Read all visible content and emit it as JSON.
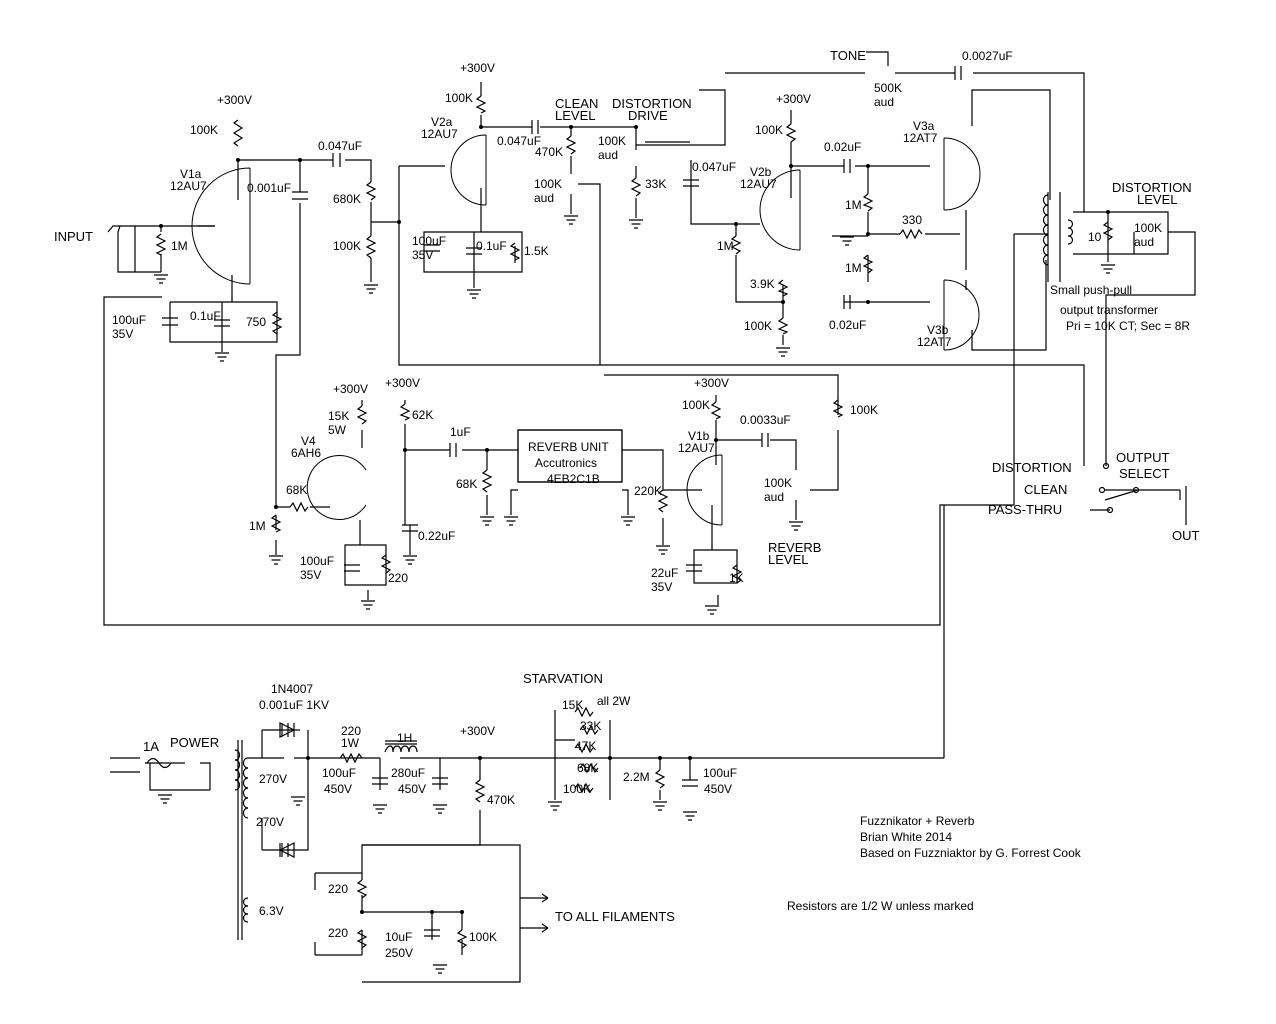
{
  "title": {
    "name": "Fuzznikator + Reverb",
    "author": "Brian White 2014",
    "basis": "Based on Fuzzniaktor by G. Forrest Cook"
  },
  "notes": {
    "resistors": "Resistors are 1/2 W unless marked",
    "starvation": "STARVATION",
    "all2w": "all 2W",
    "filaments": "TO ALL FILAMENTS"
  },
  "jacks": {
    "input": "INPUT",
    "out": "OUT"
  },
  "switches": {
    "output_select": "OUTPUT\nSELECT",
    "distortion": "DISTORTION",
    "clean": "CLEAN",
    "pass_thru": "PASS-THRU",
    "power": "POWER",
    "fuse": "1A"
  },
  "tubes": {
    "v1a": [
      "V1a",
      "12AU7"
    ],
    "v2a": [
      "V2a",
      "12AU7"
    ],
    "v2b": [
      "V2b",
      "12AU7"
    ],
    "v3a": [
      "V3a",
      "12AT7"
    ],
    "v3b": [
      "V3b",
      "12AT7"
    ],
    "v1b": [
      "V1b",
      "12AU7"
    ],
    "v4": [
      "V4",
      "6AH6"
    ]
  },
  "controls": {
    "tone": "TONE",
    "clean_level": "CLEAN\nLEVEL",
    "distortion_drive": "DISTORTION\nDRIVE",
    "distortion_level": "DISTORTION\nLEVEL",
    "reverb_level": "REVERB\nLEVEL"
  },
  "transformer": {
    "line1": "Small push-pull",
    "line2": "output transformer",
    "line3": "Pri = 10K CT; Sec = 8R"
  },
  "reverb_unit": {
    "l1": "REVERB UNIT",
    "l2": "Accutronics",
    "l3": "4EB2C1B"
  },
  "supply": {
    "diode": "1N4007",
    "cap_diode": "0.001uF 1KV",
    "v270a": "270V",
    "v270b": "270V",
    "v63": "6.3V",
    "r220": "220",
    "r1w": "1W",
    "choke": "1H",
    "c100": "100uF",
    "c100v": "450V",
    "c280": "280uF",
    "c280v": "450V",
    "b300": "+300V",
    "r470k": "470K",
    "r15k": "15K",
    "r33k": "33K",
    "r47k": "47K",
    "r68k": "68K",
    "r100k": "100K",
    "r22m": "2.2M",
    "c100b": "100uF",
    "c100bv": "450V",
    "rf220a": "220",
    "rf220b": "220",
    "c10": "10uF",
    "c10v": "250V",
    "rf100k": "100K"
  },
  "labels": [
    {
      "id": "b300_v1a",
      "t": "+300V"
    },
    {
      "id": "r100k_v1a",
      "t": "100K"
    },
    {
      "id": "c047a",
      "t": "0.047uF"
    },
    {
      "id": "c001",
      "t": "0.001uF"
    },
    {
      "id": "r680k",
      "t": "680K"
    },
    {
      "id": "r100k_div",
      "t": "100K"
    },
    {
      "id": "r1m_in",
      "t": "1M"
    },
    {
      "id": "c100_35a",
      "t": "100uF\n35V"
    },
    {
      "id": "c01a",
      "t": "0.1uF"
    },
    {
      "id": "r750",
      "t": "750"
    },
    {
      "id": "b300_v2a",
      "t": "+300V"
    },
    {
      "id": "r100k_v2a",
      "t": "100K"
    },
    {
      "id": "c047b",
      "t": "0.047uF"
    },
    {
      "id": "r470k_cl",
      "t": "470K"
    },
    {
      "id": "p100k_cl",
      "t": "100K\naud"
    },
    {
      "id": "p100k_dd",
      "t": "100K\naud"
    },
    {
      "id": "r33k",
      "t": "33K"
    },
    {
      "id": "c100_35b",
      "t": "100uF\n35V"
    },
    {
      "id": "c01b",
      "t": "0.1uF"
    },
    {
      "id": "r15k_v2a",
      "t": "1.5K"
    },
    {
      "id": "c047c",
      "t": "0.047uF"
    },
    {
      "id": "b300_v2b",
      "t": "+300V"
    },
    {
      "id": "r100k_v2b",
      "t": "100K"
    },
    {
      "id": "c002a",
      "t": "0.02uF"
    },
    {
      "id": "r1m_a",
      "t": "1M"
    },
    {
      "id": "r330",
      "t": "330"
    },
    {
      "id": "r1m_b",
      "t": "1M"
    },
    {
      "id": "r1m_g",
      "t": "1M"
    },
    {
      "id": "r39k",
      "t": "3.9K"
    },
    {
      "id": "r100k_t",
      "t": "100K"
    },
    {
      "id": "c002b",
      "t": "0.02uF"
    },
    {
      "id": "p500k",
      "t": "500K\naud"
    },
    {
      "id": "c0027",
      "t": "0.0027uF"
    },
    {
      "id": "r10",
      "t": "10"
    },
    {
      "id": "p100k_dl",
      "t": "100K\naud"
    },
    {
      "id": "b300_v4a",
      "t": "+300V"
    },
    {
      "id": "b300_v4b",
      "t": "+300V"
    },
    {
      "id": "r15k5w",
      "t": "15K\n5W"
    },
    {
      "id": "r62k",
      "t": "62K"
    },
    {
      "id": "c1u",
      "t": "1uF"
    },
    {
      "id": "r68k_ru",
      "t": "68K"
    },
    {
      "id": "r68k_g",
      "t": "68K"
    },
    {
      "id": "r1m_v4",
      "t": "1M"
    },
    {
      "id": "c022",
      "t": "0.22uF"
    },
    {
      "id": "c100_35c",
      "t": "100uF\n35V"
    },
    {
      "id": "r220_v4",
      "t": "220"
    },
    {
      "id": "r220k",
      "t": "220K"
    },
    {
      "id": "b300_v1b",
      "t": "+300V"
    },
    {
      "id": "r100k_v1b",
      "t": "100K"
    },
    {
      "id": "c0033",
      "t": "0.0033uF"
    },
    {
      "id": "r100k_rv",
      "t": "100K"
    },
    {
      "id": "p100k_rv",
      "t": "100K\naud"
    },
    {
      "id": "c22",
      "t": "22uF\n35V"
    },
    {
      "id": "r1k",
      "t": "1K"
    }
  ]
}
